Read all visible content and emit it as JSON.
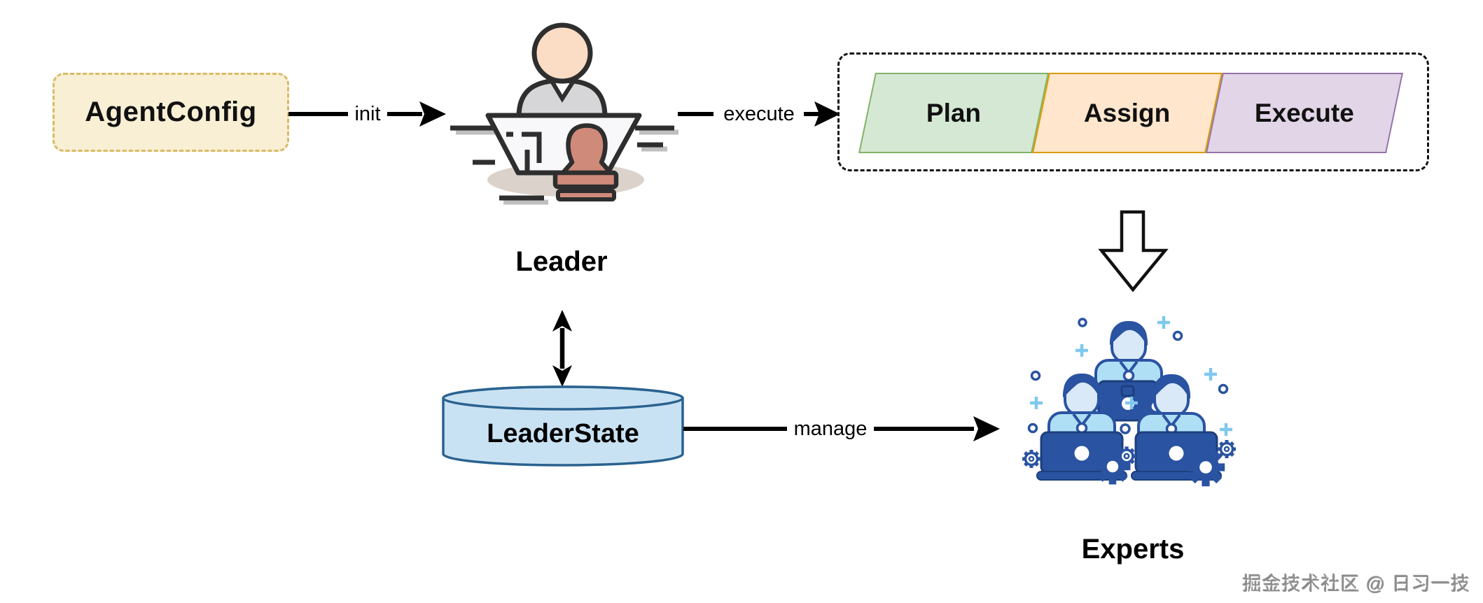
{
  "diagram": {
    "background": "#ffffff",
    "nodes": {
      "agent_config": {
        "label": "AgentConfig",
        "fill": "#f8efd4",
        "border": "#d8bb66"
      },
      "leader": {
        "label": "Leader"
      },
      "leader_state": {
        "label": "LeaderState",
        "fill": "#c9e2f3",
        "border": "#2a628f"
      },
      "experts": {
        "label": "Experts"
      }
    },
    "pipeline": {
      "steps": [
        {
          "label": "Plan",
          "fill": "#d5e8d4",
          "border": "#82b366"
        },
        {
          "label": "Assign",
          "fill": "#ffe6cc",
          "border": "#d79b00"
        },
        {
          "label": "Execute",
          "fill": "#e1d5e7",
          "border": "#9673a6"
        }
      ]
    },
    "edges": {
      "init": {
        "label": "init"
      },
      "execute": {
        "label": "execute"
      },
      "manage": {
        "label": "manage"
      }
    },
    "icons": {
      "leader": "person-at-desk-with-stamp-icon",
      "experts": "team-with-laptops-and-gears-icon",
      "leader_state": "database-cylinder-shape",
      "pipeline_to_experts": "down-block-arrow-icon",
      "leader_leaderstate": "double-headed-arrow-icon"
    },
    "watermark": "掘金技术社区 @ 日习一技"
  }
}
